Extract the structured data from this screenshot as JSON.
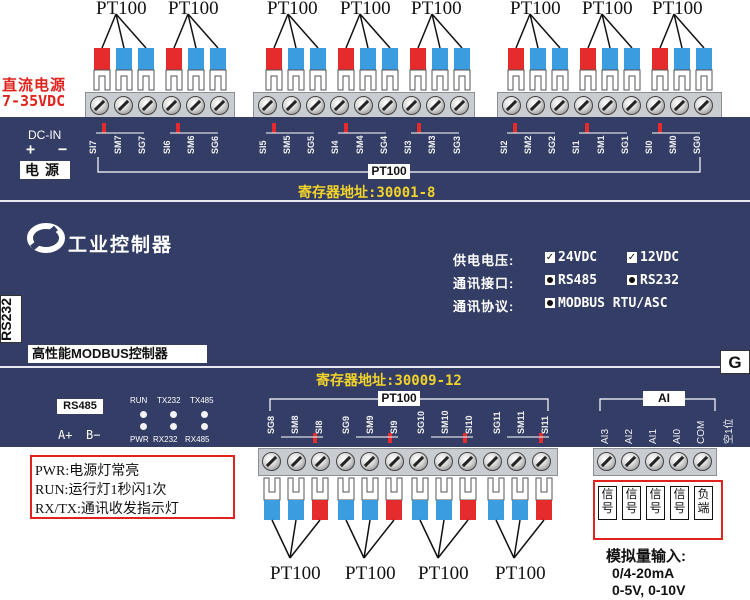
{
  "top_pt_labels": [
    "PT100",
    "PT100",
    "PT100",
    "PT100",
    "PT100",
    "PT100",
    "PT100",
    "PT100"
  ],
  "bottom_pt_labels": [
    "PT100",
    "PT100",
    "PT100",
    "PT100"
  ],
  "power": {
    "title": "直流电源",
    "range": "7-35VDC",
    "dc_in": "DC-IN",
    "plus": "+",
    "minus": "−",
    "label": "电源"
  },
  "top_pins": [
    "SI7",
    "SM7",
    "SG7",
    "SI6",
    "SM6",
    "SG6",
    "SI5",
    "SM5",
    "SG5",
    "SI4",
    "SM4",
    "SG4",
    "SI3",
    "SM3",
    "SG3",
    "SI2",
    "SM2",
    "SG2",
    "SI1",
    "SM1",
    "SG1",
    "SI0",
    "SM0",
    "SG0"
  ],
  "top_bracket_label": "PT100",
  "top_register": "寄存器地址:30001-8",
  "logo_text": "工业控制器",
  "supply": {
    "label": "供电电压:",
    "opt1": "24VDC",
    "opt2": "12VDC",
    "check": "✓"
  },
  "comm_port": {
    "label": "通讯接口:",
    "opt1": "RS485",
    "opt2": "RS232"
  },
  "comm_protocol": {
    "label": "通讯协议:",
    "opt1": "MODBUS RTU/ASC"
  },
  "side_rs232": "RS232",
  "model": "高性能MODBUS控制器",
  "g_label": "G",
  "bottom_register": "寄存器地址:30009-12",
  "rs485": {
    "label": "RS485",
    "a": "A+",
    "b": "B−"
  },
  "leds": {
    "run": "RUN",
    "tx232": "TX232",
    "tx485": "TX485",
    "pwr": "PWR",
    "rx232": "RX232",
    "rx485": "RX485"
  },
  "bottom_bracket_label": "PT100",
  "bottom_pins": [
    "SG8",
    "SM8",
    "SI8",
    "SG9",
    "SM9",
    "SI9",
    "SG10",
    "SM10",
    "SI10",
    "SG11",
    "SM11",
    "SI11"
  ],
  "ai_title": "AI",
  "ai_pins": [
    "AI3",
    "AI2",
    "AI1",
    "AI0",
    "COM",
    "空1位"
  ],
  "ai_boxes": [
    "信号",
    "信号",
    "信号",
    "信号",
    "负端"
  ],
  "legend": [
    "PWR:电源灯常亮",
    "RUN:运行灯1秒闪1次",
    "RX/TX:通讯收发指示灯"
  ],
  "analog_input": {
    "title": "模拟量输入:",
    "line1": "0/4-20mA",
    "line2": "0-5V, 0-10V"
  },
  "colors": {
    "panel": "#333d66",
    "probe_red": "#e52b2b",
    "probe_blue": "#3b9de0",
    "accent_red": "#e0231c",
    "register_yellow": "#f2d32b"
  }
}
